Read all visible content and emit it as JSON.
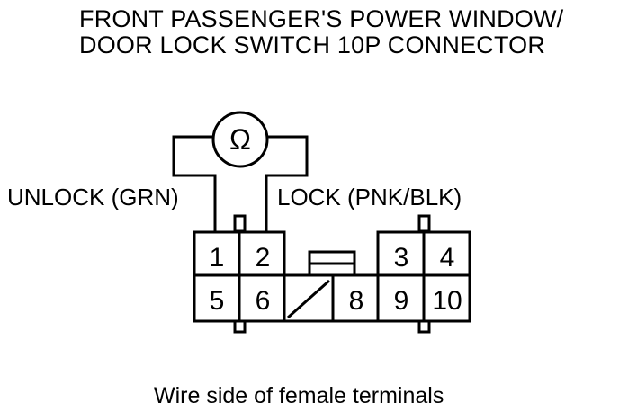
{
  "title": {
    "line1": "FRONT PASSENGER'S POWER WINDOW/",
    "line2": "DOOR LOCK SWITCH 10P CONNECTOR"
  },
  "meter_symbol": "Ω",
  "labels": {
    "unlock": "UNLOCK (GRN)",
    "lock": "LOCK (PNK/BLK)"
  },
  "terminals": {
    "t1": "1",
    "t2": "2",
    "t3": "3",
    "t4": "4",
    "t5": "5",
    "t6": "6",
    "t8": "8",
    "t9": "9",
    "t10": "10"
  },
  "caption": "Wire side of female terminals"
}
